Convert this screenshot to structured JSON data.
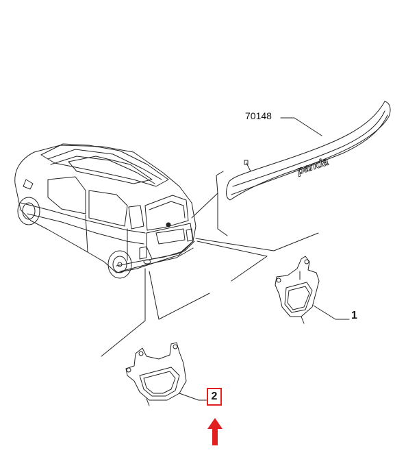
{
  "labels": {
    "spoiler_part_number": "70148",
    "callout_1": "1",
    "callout_2": "2",
    "badge_text": "panda"
  },
  "colors": {
    "line": "#222222",
    "highlight": "#e02020",
    "background": "#ffffff"
  },
  "icons": {
    "highlight_arrow": "arrow-up-icon"
  }
}
